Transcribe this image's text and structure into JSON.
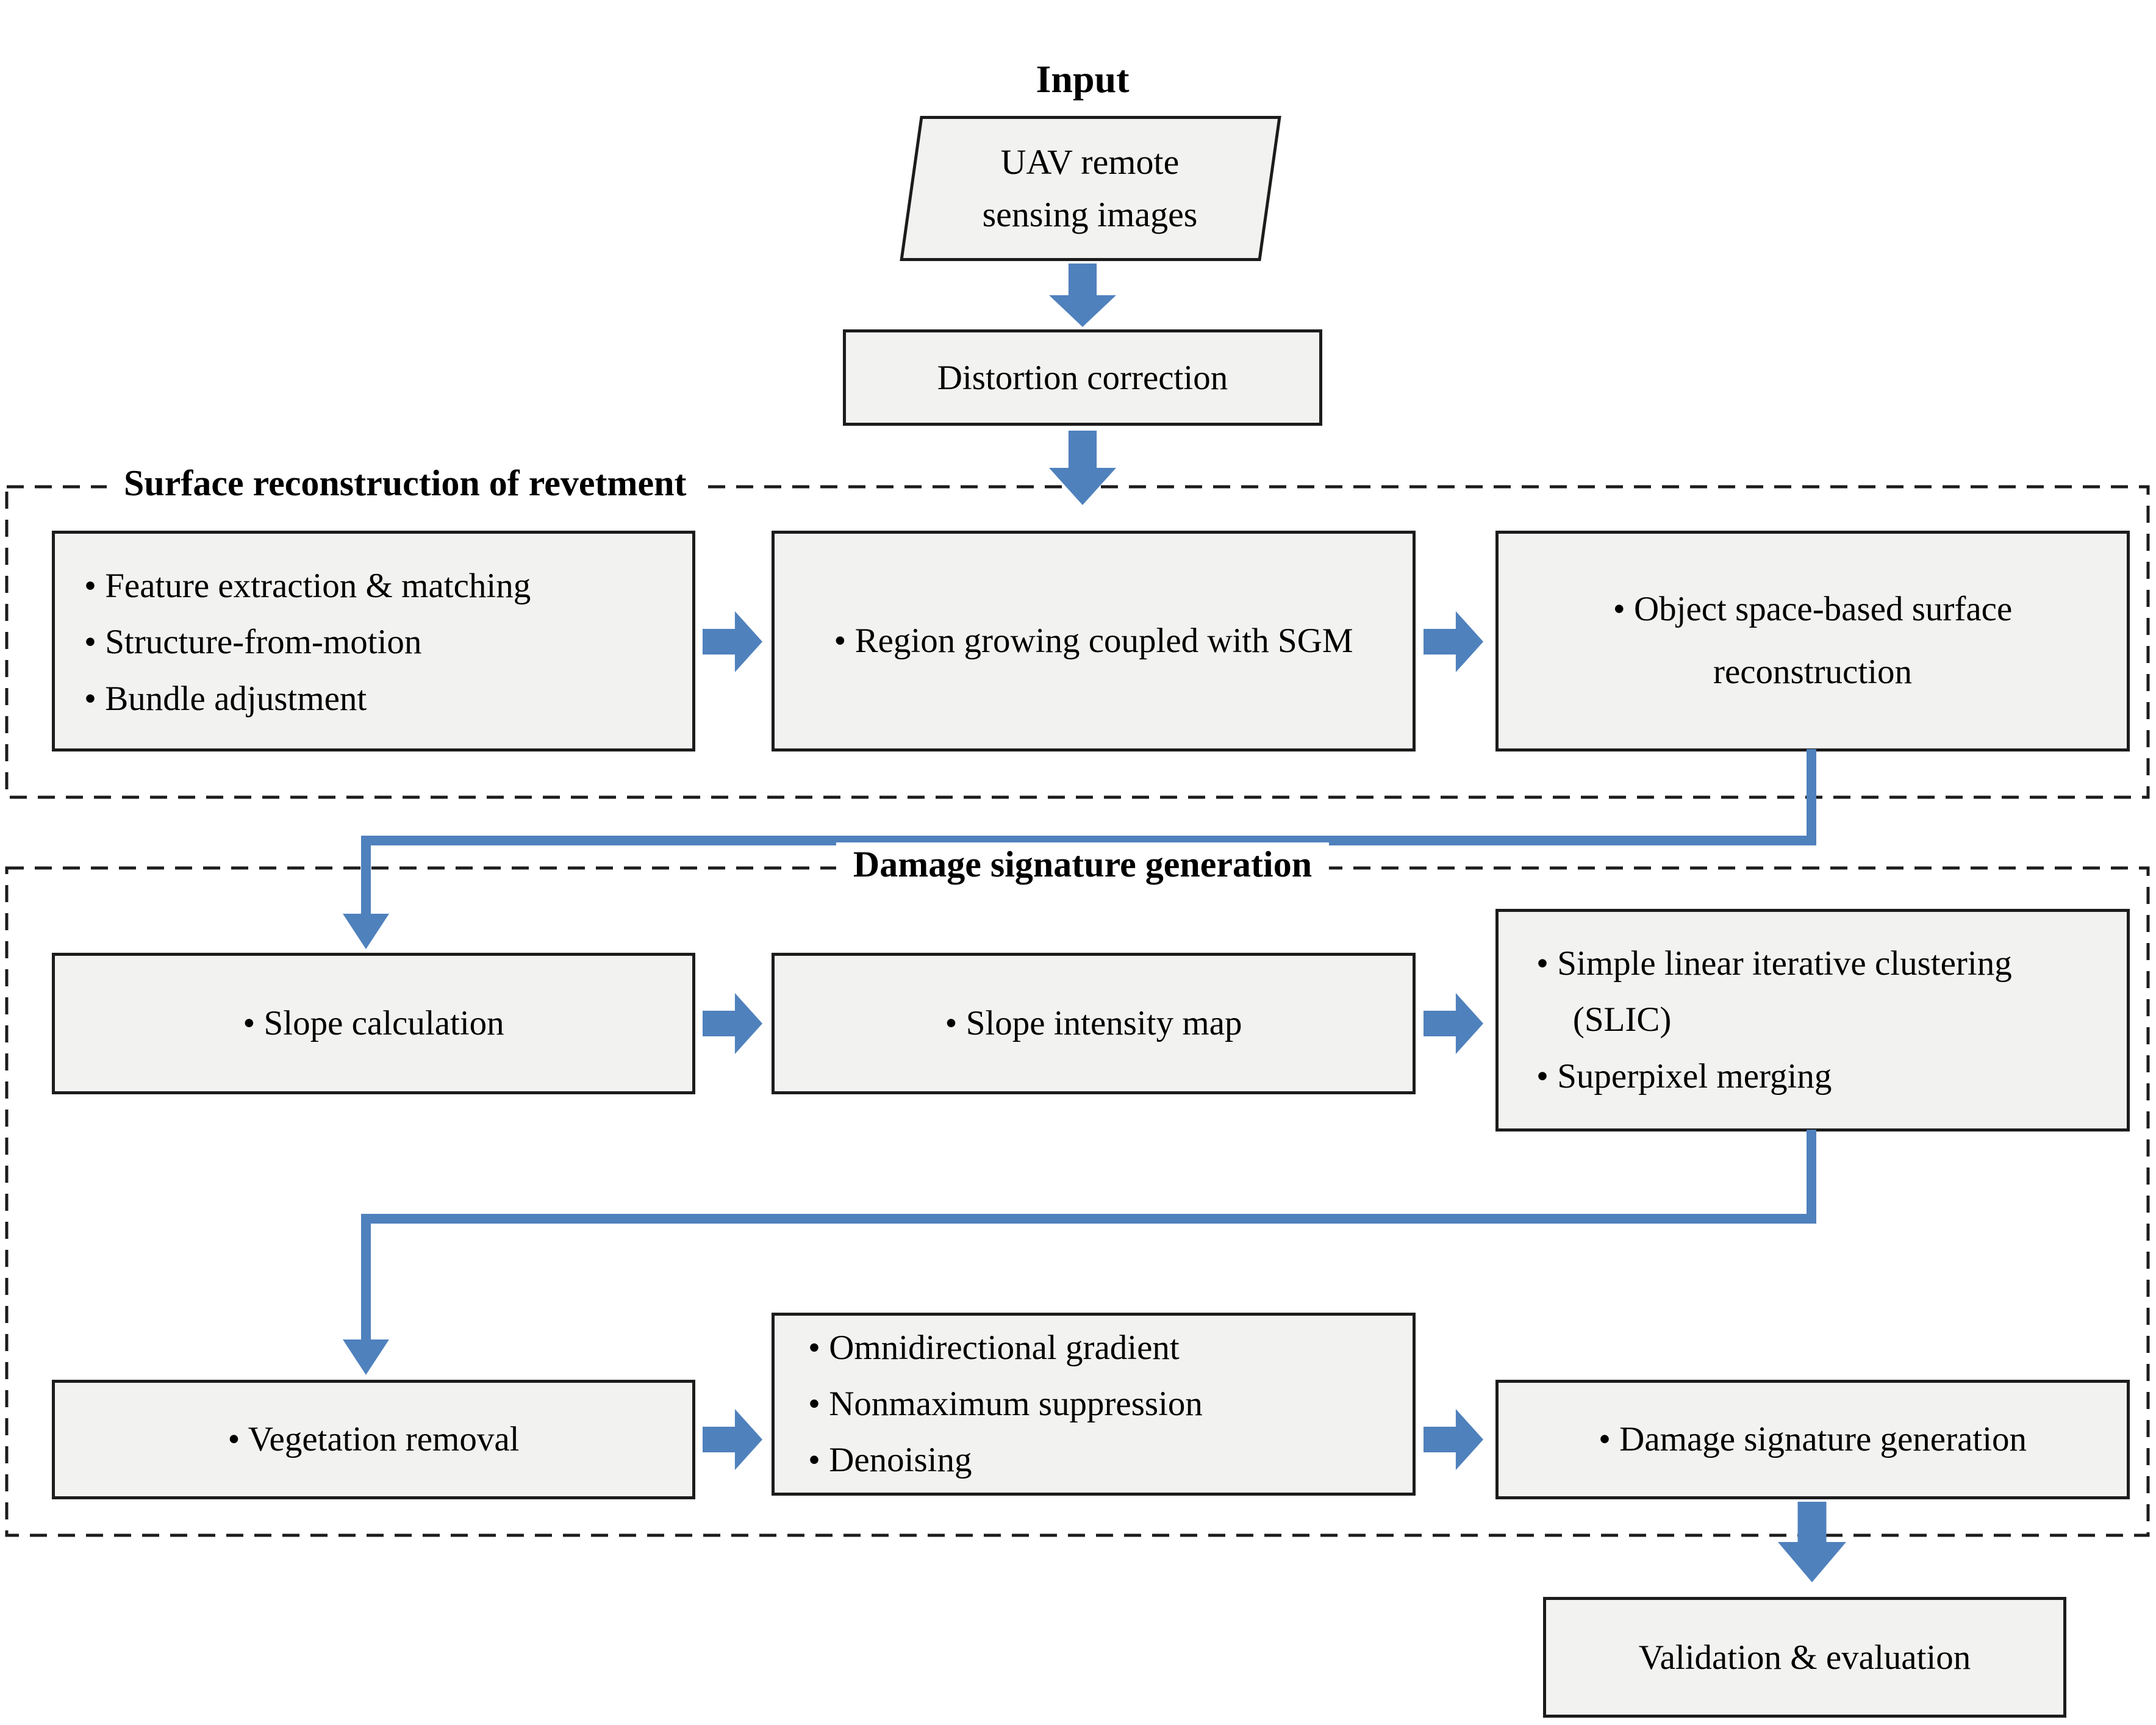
{
  "flowchart": {
    "input_label": "Input",
    "nodes": {
      "uav": {
        "lines": [
          "UAV remote",
          "sensing images"
        ]
      },
      "distortion": {
        "text": "Distortion correction"
      },
      "validation": {
        "text": "Validation & evaluation"
      }
    },
    "sections": [
      {
        "title": "Surface reconstruction of revetment",
        "boxes": [
          {
            "items": [
              "• Feature extraction & matching",
              "• Structure-from-motion",
              "• Bundle adjustment"
            ]
          },
          {
            "items": [
              "• Region growing coupled with SGM"
            ]
          },
          {
            "items": [
              "• Object space-based surface reconstruction"
            ]
          }
        ]
      },
      {
        "title": "Damage signature generation",
        "rows": [
          [
            {
              "items": [
                "• Slope calculation"
              ]
            },
            {
              "items": [
                "• Slope intensity map"
              ]
            },
            {
              "items": [
                "• Simple linear iterative clustering (SLIC)",
                "• Superpixel merging"
              ]
            }
          ],
          [
            {
              "items": [
                "• Vegetation removal"
              ]
            },
            {
              "items": [
                "• Omnidirectional gradient",
                "• Nonmaximum suppression",
                "• Denoising"
              ]
            },
            {
              "items": [
                "• Damage signature generation"
              ]
            }
          ]
        ]
      }
    ],
    "colors": {
      "arrow_blue": "#4f81bd",
      "box_fill": "#f2f2f0",
      "box_border": "#1c1c1c"
    }
  }
}
